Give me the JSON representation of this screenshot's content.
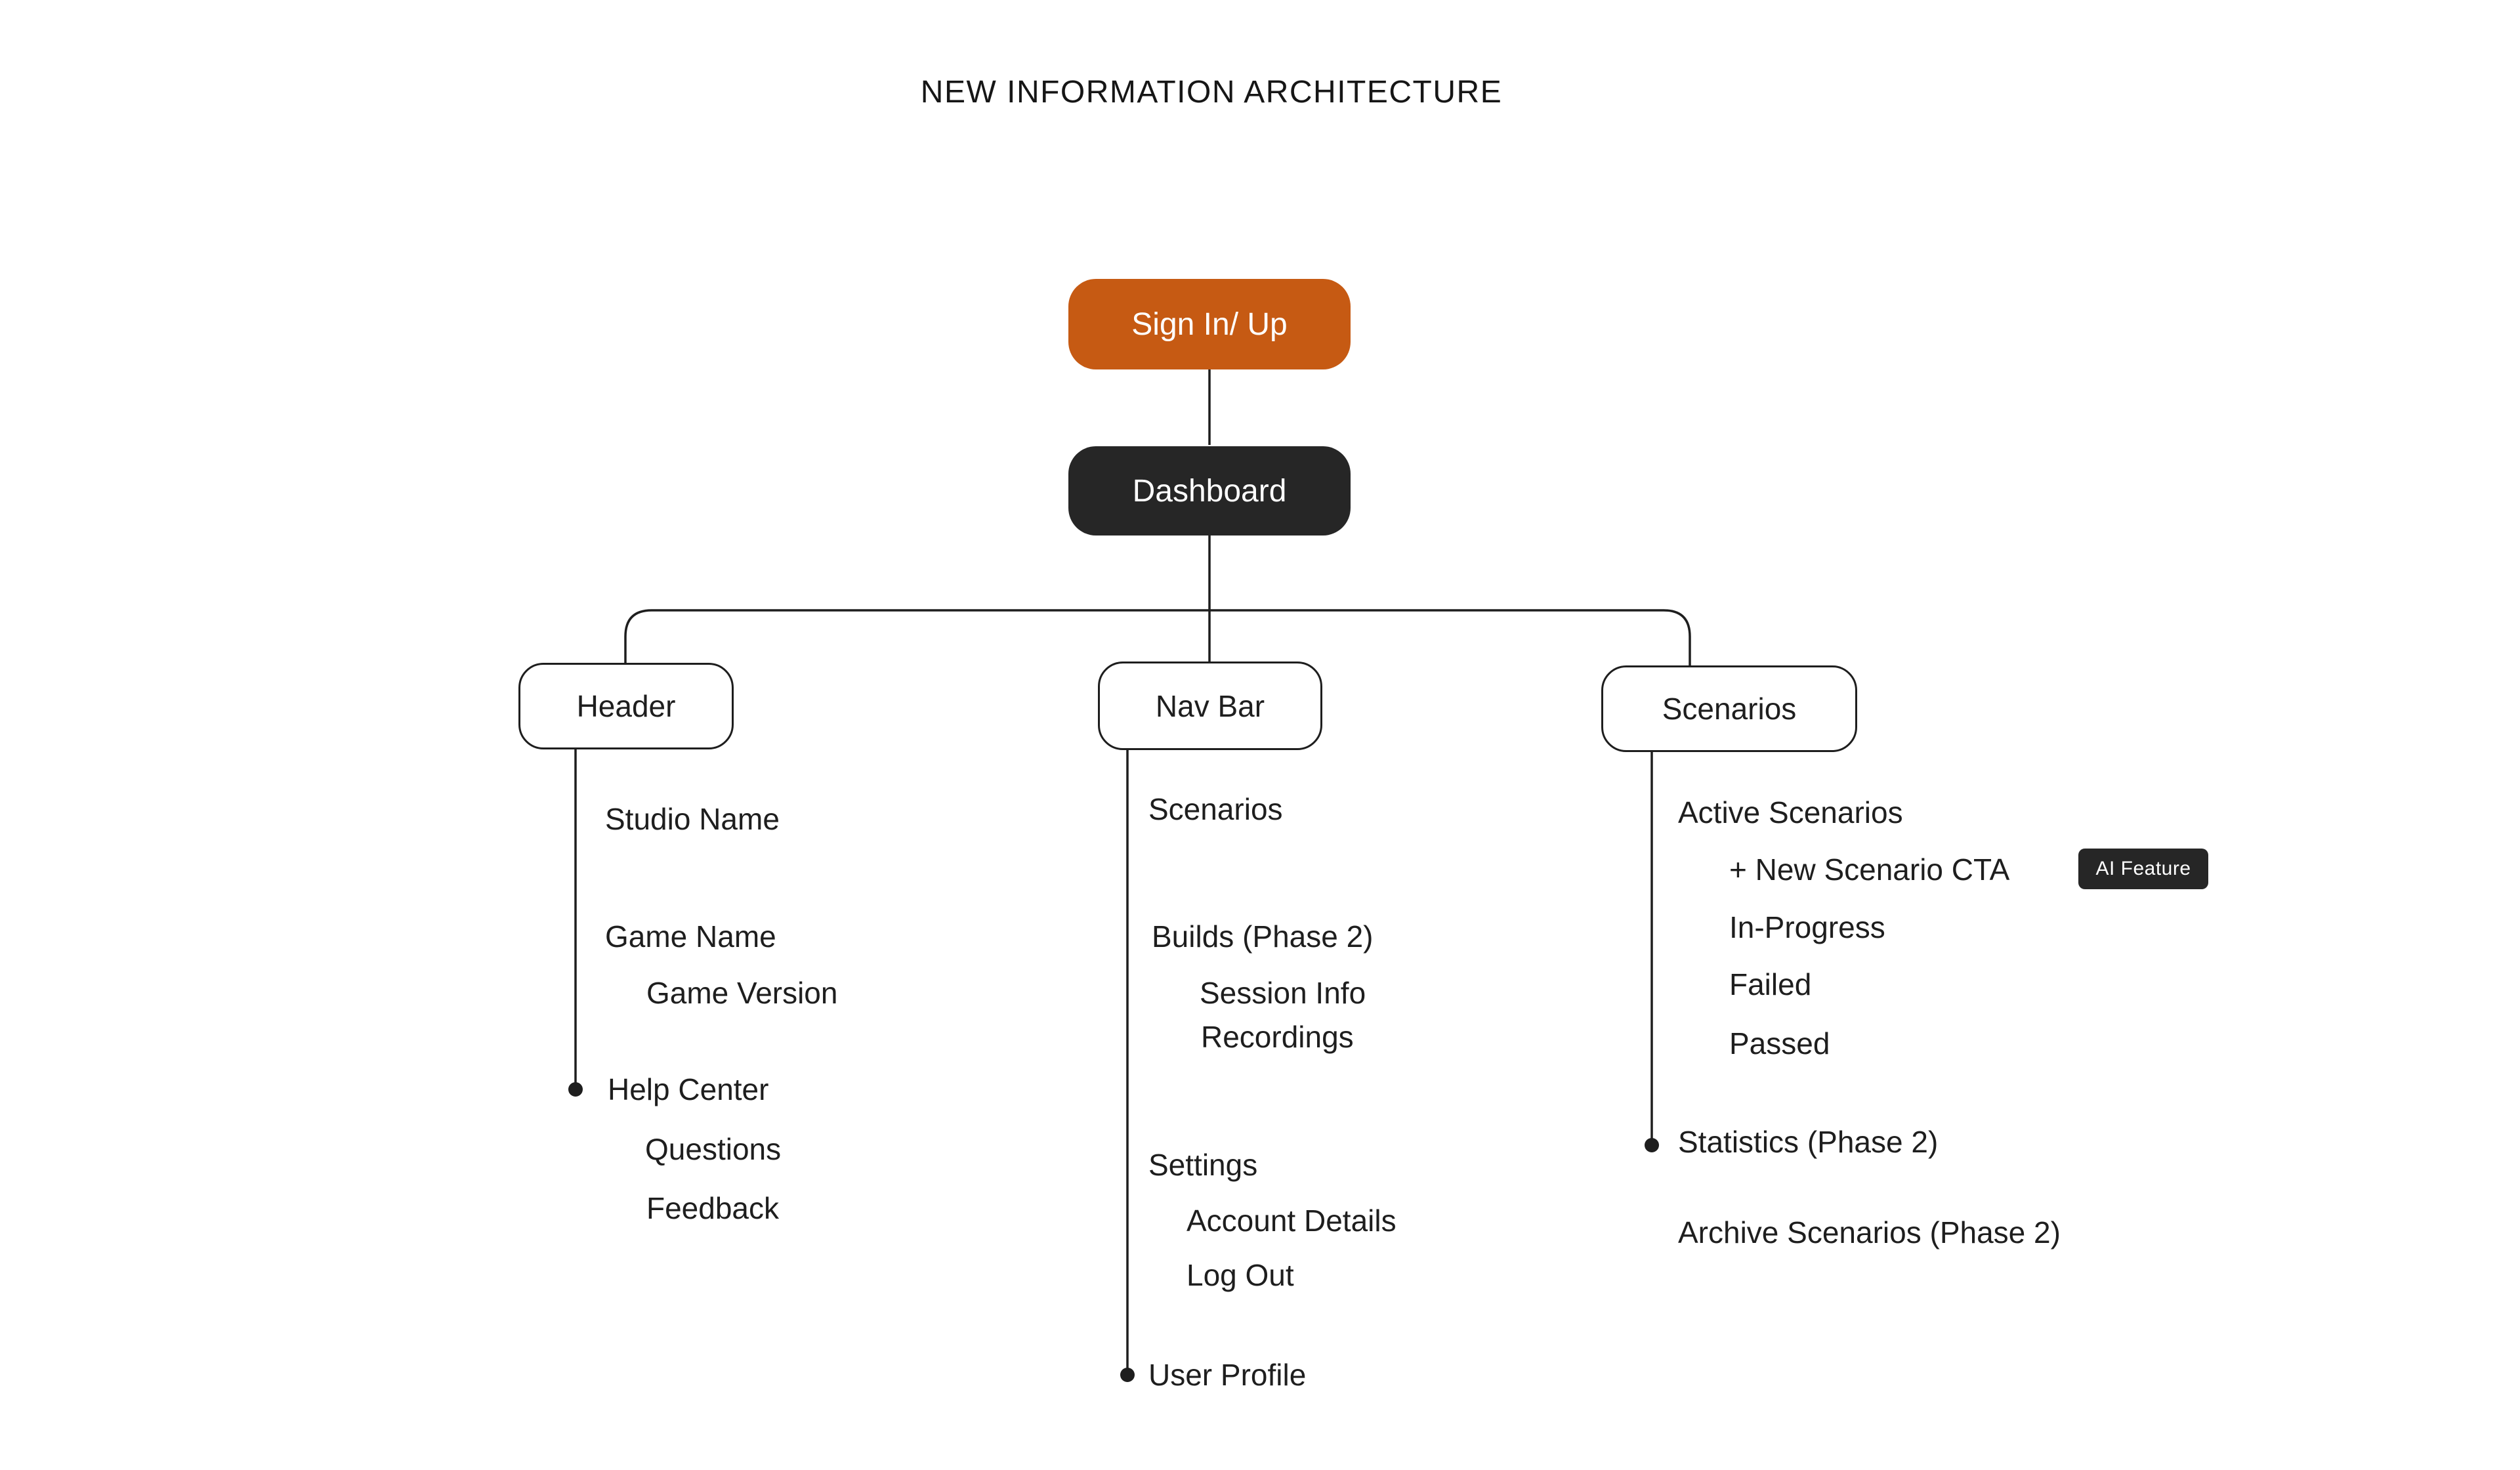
{
  "title": "NEW INFORMATION ARCHITECTURE",
  "colors": {
    "accent_orange": "#C65A13",
    "dark": "#262626",
    "ink": "#1E1E1E",
    "background": "#FFFFFF"
  },
  "nodes": {
    "sign_in": "Sign In/ Up",
    "dashboard": "Dashboard",
    "header": "Header",
    "nav_bar": "Nav Bar",
    "scenarios": "Scenarios"
  },
  "header_items": [
    {
      "label": "Studio Name"
    },
    {
      "label": "Game Name"
    },
    {
      "label": "Game Version"
    },
    {
      "label": "Help Center"
    },
    {
      "label": "Questions"
    },
    {
      "label": "Feedback"
    }
  ],
  "nav_items": [
    {
      "label": "Scenarios"
    },
    {
      "label": "Builds (Phase 2)"
    },
    {
      "label": "Session Info"
    },
    {
      "label": "Recordings"
    },
    {
      "label": "Settings"
    },
    {
      "label": "Account Details"
    },
    {
      "label": "Log Out"
    },
    {
      "label": "User Profile"
    }
  ],
  "scenario_items": [
    {
      "label": "Active Scenarios"
    },
    {
      "label": "+ New Scenario CTA"
    },
    {
      "label": "In-Progress"
    },
    {
      "label": "Failed"
    },
    {
      "label": "Passed"
    },
    {
      "label": "Statistics (Phase 2)"
    },
    {
      "label": "Archive Scenarios (Phase 2)"
    }
  ],
  "ai_badge": "AI Feature"
}
